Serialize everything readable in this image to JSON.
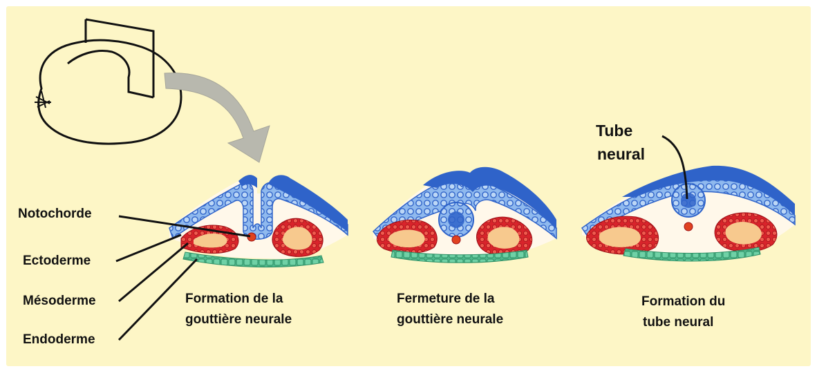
{
  "labels": {
    "notochord": "Notochorde",
    "ectoderm": "Ectoderme",
    "mesoderm": "Mésoderme",
    "endoderm": "Endoderme",
    "neural_tube": [
      "Tube",
      "neural"
    ]
  },
  "captions": {
    "stage1": [
      "Formation de la",
      "gouttière neurale"
    ],
    "stage2": [
      "Fermeture de la",
      "gouttière neurale"
    ],
    "stage3": [
      "Formation du",
      "tube neural"
    ]
  },
  "colors": {
    "background": "#fdf6c6",
    "ectoderm_blue": "#2f63c9",
    "ectoderm_light": "#9cc3f0",
    "mesoderm_red": "#d8242b",
    "mesoderm_inner": "#f7c98e",
    "endoderm_green": "#4fb88c",
    "notochord": "#e0421f",
    "arrow_gray": "#b8b8ae"
  }
}
